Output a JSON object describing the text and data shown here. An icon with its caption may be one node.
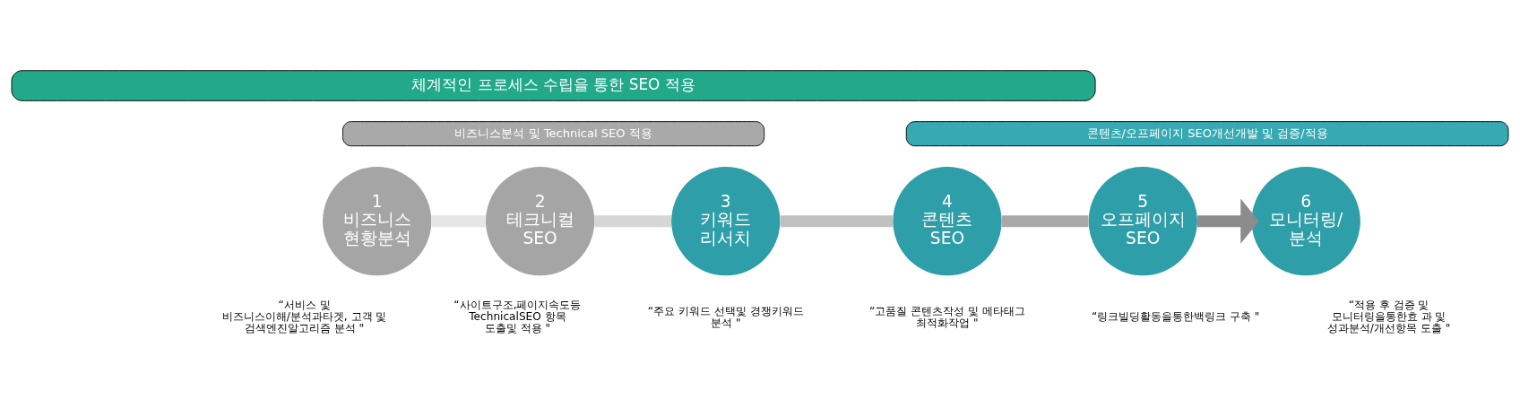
{
  "diagram": {
    "nodes": [
      {
        "text": [
          "체계적인 프로세스 수립을 통한 SEO 적용"
        ]
      },
      {
        "text": [
          "비즈니스분석 및 Technical SEO 적용"
        ]
      },
      {
        "text": [
          "콘텐츠/오프페이지 SEO개선개발 및 검증/적용"
        ]
      },
      {
        "text": [
          "1",
          "비즈니스 현황분석"
        ],
        "beside": [
          "“서비스 및 비즈니스이해/분석과타겟, 고객 및 검색엔진알고리즘 분석 \""
        ]
      },
      {
        "text": [
          "2",
          "테크니컬 SEO"
        ],
        "beside": [
          "“사이트구조,페이지속도등 TechnicalSEO 항목 도출및 적용 \""
        ]
      },
      {
        "text": [
          "3",
          "키워드 리서치"
        ],
        "beside": [
          "“주요 키워드 선택및 경쟁키워드 분석 \""
        ]
      },
      {
        "text": [
          "4",
          "콘텐츠 SEO"
        ],
        "beside": [
          "“고품질 콘텐츠작성 및 메타태그 최적화작업 \""
        ]
      },
      {
        "text": [
          "5",
          "오프페이지 SEO"
        ],
        "beside": [
          "“링크빌딩활동을통한백링크 구축 \""
        ]
      },
      {
        "text": [
          "6",
          "모니터링/ 분석"
        ],
        "beside": [
          "“적용 후 검증 및 모니터링을통한효 과 및 성과분석/개선항목 도출 \""
        ]
      }
    ],
    "edges": [
      {
        "from": 3,
        "to": 4,
        "arrow": "none",
        "color": "#e6e6e6"
      },
      {
        "from": 4,
        "to": 5,
        "arrow": "none",
        "color": "#d6d6d6"
      },
      {
        "from": 5,
        "to": 6,
        "arrow": "none",
        "color": "#c0c0c0"
      },
      {
        "from": 6,
        "to": 7,
        "arrow": "none",
        "color": "#a8a8a8"
      },
      {
        "from": 7,
        "to": 8,
        "arrow": "to",
        "color": "#8c8c8c"
      }
    ]
  }
}
